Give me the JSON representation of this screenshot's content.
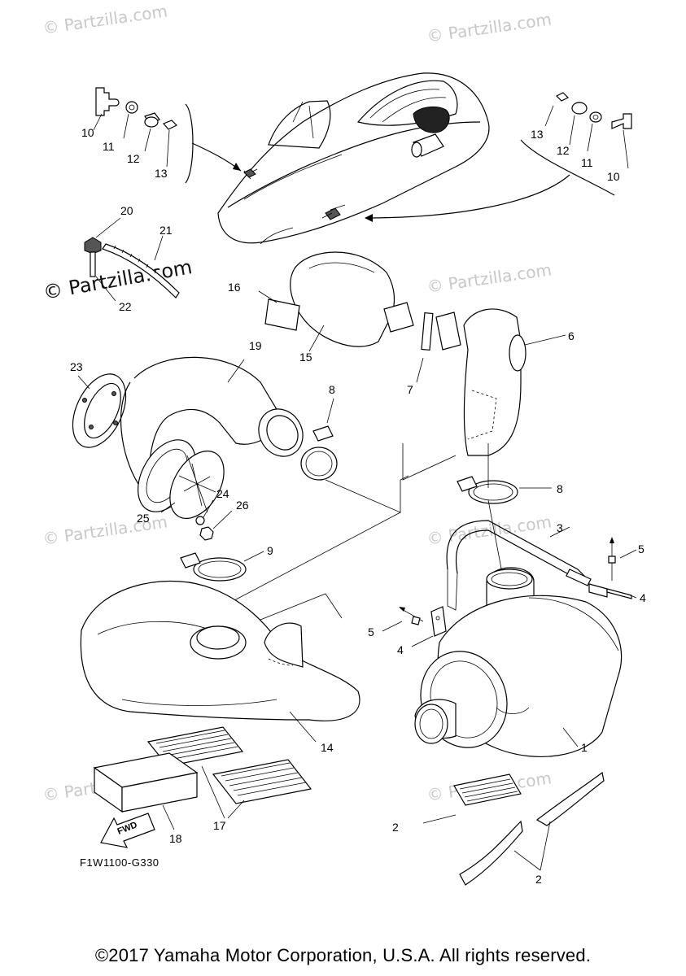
{
  "diagram": {
    "watermark_text": "© Partzilla.com",
    "watermark_prominent_text": "© Partzilla.com",
    "part_labels": {
      "p1": "1",
      "p2a": "2",
      "p2b": "2",
      "p3": "3",
      "p4a": "4",
      "p4b": "4",
      "p5a": "5",
      "p5b": "5",
      "p6": "6",
      "p7": "7",
      "p8a": "8",
      "p8b": "8",
      "p9": "9",
      "p10a": "10",
      "p10b": "10",
      "p11a": "11",
      "p11b": "11",
      "p12a": "12",
      "p12b": "12",
      "p13a": "13",
      "p13b": "13",
      "p14": "14",
      "p15": "15",
      "p16": "16",
      "p17": "17",
      "p18": "18",
      "p19": "19",
      "p20": "20",
      "p21": "21",
      "p22": "22",
      "p23": "23",
      "p24": "24",
      "p25": "25",
      "p26": "26"
    },
    "fwd_label": "FWD",
    "diagram_code": "F1W1100-G330",
    "copyright": "©2017 Yamaha Motor Corporation, U.S.A. All rights reserved."
  }
}
